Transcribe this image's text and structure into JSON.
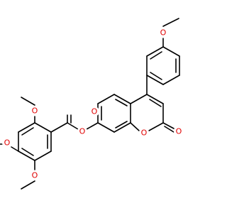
{
  "molecule": {
    "atom_color_oxygen": "#e00000",
    "bond_color": "#000000",
    "labels": {
      "o_methoxy_phenyl": "O",
      "o_ester_link": "O",
      "o_ester_carbonyl": "O",
      "o_lactone_ring": "O",
      "o_lactone_carbonyl": "O",
      "o_methoxy_top": "O",
      "o_methoxy_mid": "O",
      "o_methoxy_bottom": "O"
    }
  }
}
